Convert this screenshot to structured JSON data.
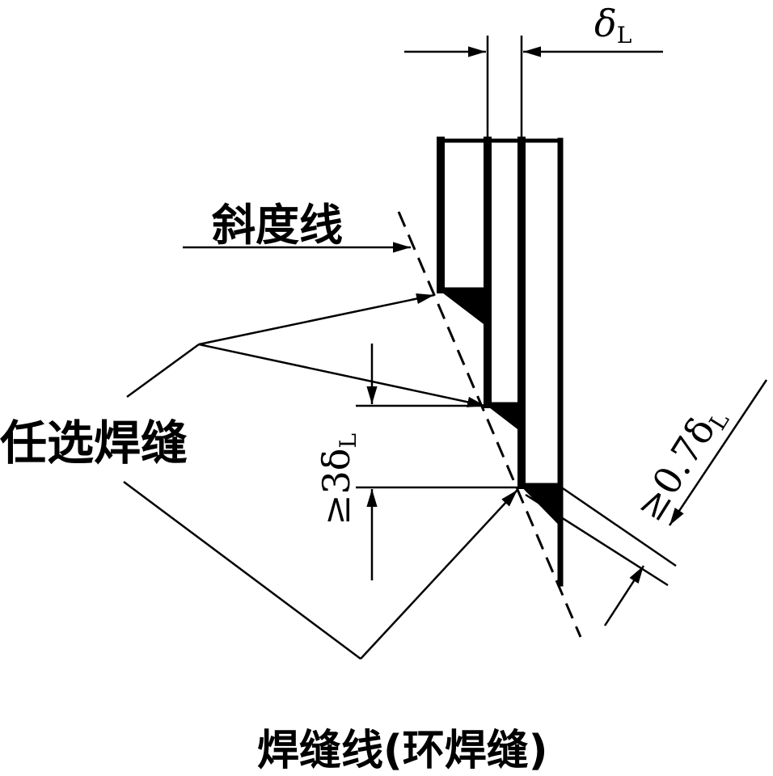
{
  "labels": {
    "slope_line": "斜度线",
    "optional_weld": "任选焊缝",
    "weld_line": "焊缝线(环焊缝)",
    "thickness": "δ",
    "thickness_sub": "L",
    "min_height": "≥3δ",
    "min_height_sub": "L",
    "min_throat": "≥0.7δ",
    "min_throat_sub": "L"
  },
  "colors": {
    "ink": "#000000",
    "background": "#ffffff"
  }
}
